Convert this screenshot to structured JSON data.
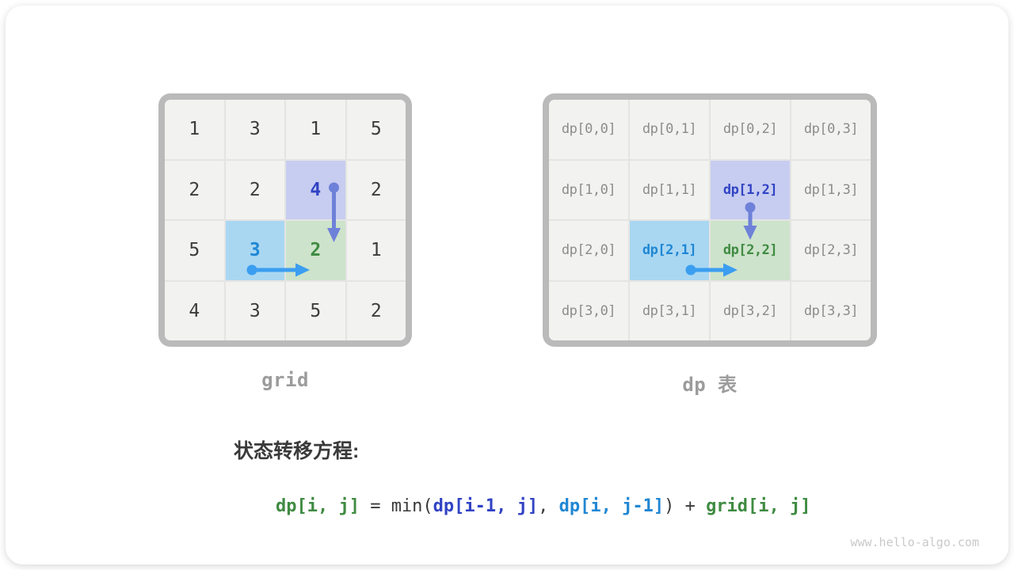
{
  "colors": {
    "cell_default_bg": "#f2f2f0",
    "cell_purple_bg": "#c7cdf1",
    "cell_blue_bg": "#a9d7f2",
    "cell_green_bg": "#cde3cb",
    "table_border": "#bababa",
    "number_text": "#3c3c3c",
    "dp_label_text": "#8c8c8c",
    "text_indigo": "#3143c4",
    "text_blue": "#1f87d4",
    "text_green": "#3f8b42",
    "arrow_down_color": "#6e81d9",
    "arrow_right_color": "#3b9ef0"
  },
  "grid_table": {
    "label": "grid",
    "rows": [
      [
        "1",
        "3",
        "1",
        "5"
      ],
      [
        "2",
        "2",
        "4",
        "2"
      ],
      [
        "5",
        "3",
        "2",
        "1"
      ],
      [
        "4",
        "3",
        "5",
        "2"
      ]
    ]
  },
  "dp_table": {
    "label": "dp 表",
    "rows": [
      [
        "dp[0,0]",
        "dp[0,1]",
        "dp[0,2]",
        "dp[0,3]"
      ],
      [
        "dp[1,0]",
        "dp[1,1]",
        "dp[1,2]",
        "dp[1,3]"
      ],
      [
        "dp[2,0]",
        "dp[2,1]",
        "dp[2,2]",
        "dp[2,3]"
      ],
      [
        "dp[3,0]",
        "dp[3,1]",
        "dp[3,2]",
        "dp[3,3]"
      ]
    ]
  },
  "equation": {
    "heading": "状态转移方程:",
    "target": "dp[i, j]",
    "assign": " = min(",
    "up_term": "dp[i-1, j]",
    "separator": ", ",
    "left_term": "dp[i, j-1]",
    "close": ") + ",
    "grid_term": "grid[i, j]"
  },
  "watermark": "www.hello-algo.com"
}
